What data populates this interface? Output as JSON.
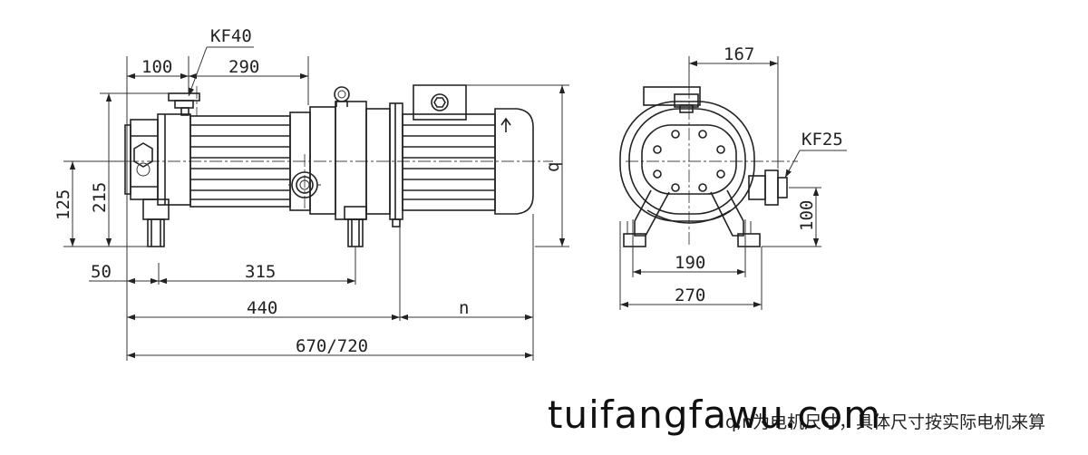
{
  "drawing": {
    "side_view": {
      "dims": {
        "kf40": "KF40",
        "d100": "100",
        "d290": "290",
        "d125": "125",
        "d215": "215",
        "d50": "50",
        "d315": "315",
        "d440": "440",
        "dn": "n",
        "d670": "670/720",
        "dq": "q"
      }
    },
    "end_view": {
      "dims": {
        "d167": "167",
        "kf25": "KF25",
        "d100v": "100",
        "d190": "190",
        "d270": "270"
      }
    },
    "note": "q,n为电机尺寸，具体尺寸按实际电机来算",
    "watermark": "tuifangfawu.com"
  }
}
